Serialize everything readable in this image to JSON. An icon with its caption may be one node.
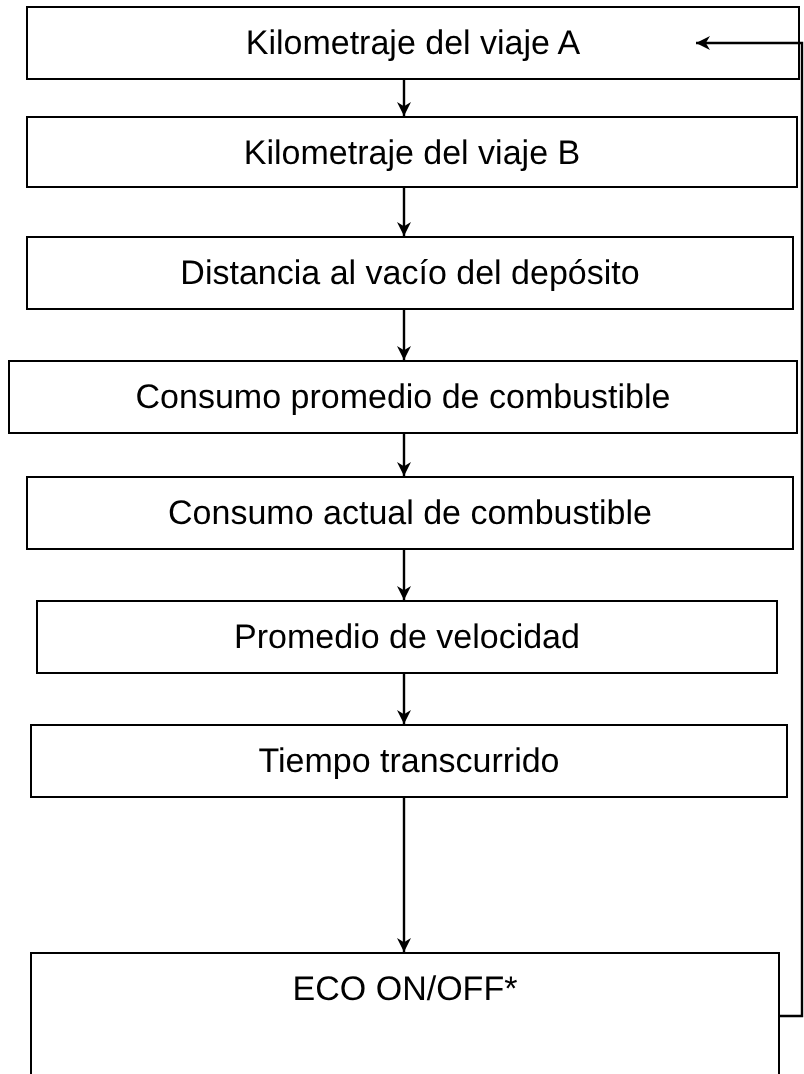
{
  "diagram": {
    "nodes": [
      {
        "text": [
          "Kilometraje del viaje A"
        ]
      },
      {
        "text": [
          "Kilometraje del viaje B"
        ]
      },
      {
        "text": [
          "Distancia al vacío del depósito"
        ]
      },
      {
        "text": [
          "Consumo promedio de combustible"
        ]
      },
      {
        "text": [
          "Consumo actual de combustible"
        ]
      },
      {
        "text": [
          "Promedio de velocidad"
        ]
      },
      {
        "text": [
          "Tiempo transcurrido"
        ]
      },
      {
        "text": [
          "ECO ON/OFF*"
        ]
      }
    ],
    "edges": [
      {
        "from": 0,
        "to": 1,
        "arrow": "to"
      },
      {
        "from": 1,
        "to": 2,
        "arrow": "to"
      },
      {
        "from": 2,
        "to": 3,
        "arrow": "to"
      },
      {
        "from": 3,
        "to": 4,
        "arrow": "to"
      },
      {
        "from": 4,
        "to": 5,
        "arrow": "to"
      },
      {
        "from": 5,
        "to": 6,
        "arrow": "to"
      },
      {
        "from": 6,
        "to": 7,
        "arrow": "to"
      },
      {
        "from": 7,
        "to": 0,
        "arrow": "to"
      }
    ]
  }
}
